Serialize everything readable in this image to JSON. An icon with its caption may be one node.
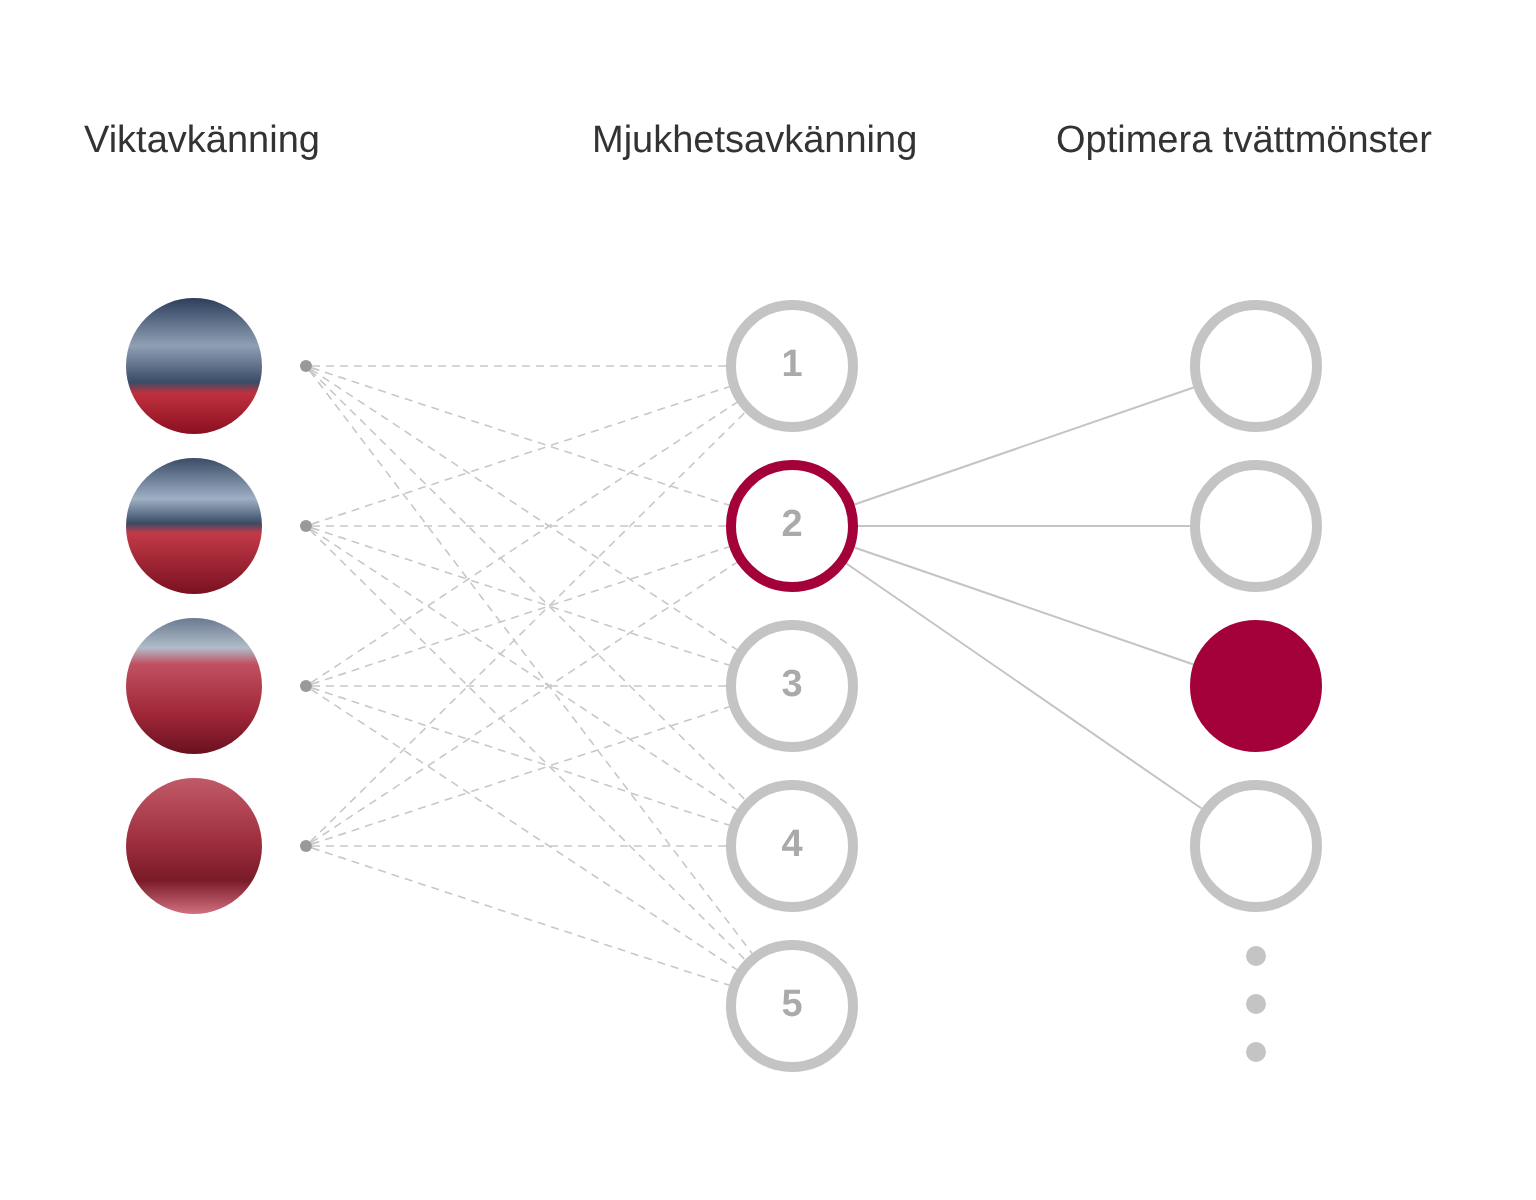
{
  "diagram": {
    "nodes": [
      {
        "text": [],
        "shape": "picture"
      },
      {
        "text": [],
        "shape": "picture"
      },
      {
        "text": [],
        "shape": "picture"
      },
      {
        "text": [],
        "shape": "picture"
      },
      {
        "text": [],
        "shape": "circle"
      },
      {
        "text": [],
        "shape": "circle"
      },
      {
        "text": [],
        "shape": "circle"
      },
      {
        "text": [],
        "shape": "circle"
      },
      {
        "text": [
          "1"
        ]
      },
      {
        "text": [
          "2"
        ]
      },
      {
        "text": [
          "3"
        ]
      },
      {
        "text": [
          "4"
        ]
      },
      {
        "text": [
          "5"
        ]
      },
      {
        "text": [],
        "shape": "circle"
      },
      {
        "text": [],
        "shape": "circle"
      },
      {
        "text": [],
        "shape": "circle"
      },
      {
        "text": [],
        "shape": "circle"
      }
    ],
    "edges": [
      {
        "from": 4,
        "to": 8,
        "arrow": "none",
        "style": "dashed"
      },
      {
        "from": 4,
        "to": 9,
        "arrow": "none",
        "style": "dashed"
      },
      {
        "from": 4,
        "to": 10,
        "arrow": "none",
        "style": "dashed"
      },
      {
        "from": 4,
        "to": 11,
        "arrow": "none",
        "style": "dashed"
      },
      {
        "from": 4,
        "to": 12,
        "arrow": "none",
        "style": "dashed"
      },
      {
        "from": 5,
        "to": 8,
        "arrow": "none",
        "style": "dashed"
      },
      {
        "from": 5,
        "to": 9,
        "arrow": "none",
        "style": "dashed"
      },
      {
        "from": 5,
        "to": 10,
        "arrow": "none",
        "style": "dashed"
      },
      {
        "from": 5,
        "to": 11,
        "arrow": "none",
        "style": "dashed"
      },
      {
        "from": 5,
        "to": 12,
        "arrow": "none",
        "style": "dashed"
      },
      {
        "from": 6,
        "to": 8,
        "arrow": "none",
        "style": "dashed"
      },
      {
        "from": 6,
        "to": 9,
        "arrow": "none",
        "style": "dashed"
      },
      {
        "from": 6,
        "to": 10,
        "arrow": "none",
        "style": "dashed"
      },
      {
        "from": 6,
        "to": 11,
        "arrow": "none",
        "style": "dashed"
      },
      {
        "from": 6,
        "to": 12,
        "arrow": "none",
        "style": "dashed"
      },
      {
        "from": 7,
        "to": 8,
        "arrow": "none",
        "style": "dashed"
      },
      {
        "from": 7,
        "to": 9,
        "arrow": "none",
        "style": "dashed"
      },
      {
        "from": 7,
        "to": 10,
        "arrow": "none",
        "style": "dashed"
      },
      {
        "from": 7,
        "to": 11,
        "arrow": "none",
        "style": "dashed"
      },
      {
        "from": 7,
        "to": 12,
        "arrow": "none",
        "style": "dashed"
      },
      {
        "from": 9,
        "to": 13,
        "arrow": "none"
      },
      {
        "from": 9,
        "to": 14,
        "arrow": "none"
      },
      {
        "from": 9,
        "to": 15,
        "arrow": "none"
      },
      {
        "from": 9,
        "to": 16,
        "arrow": "none"
      }
    ],
    "labels": [
      "Viktavkänning",
      "Mjukhetsavkänning",
      "Optimera tvättmönster"
    ]
  }
}
